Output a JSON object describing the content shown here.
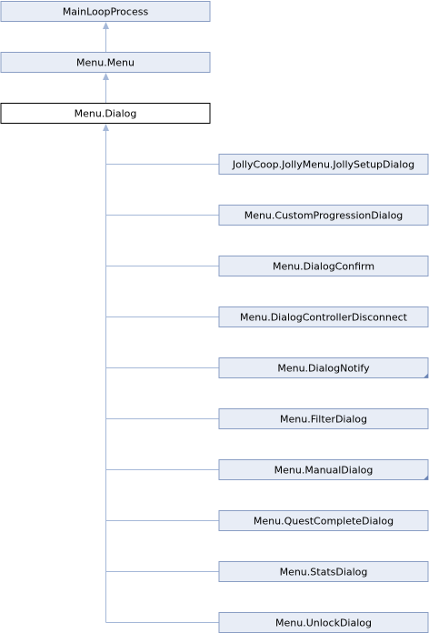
{
  "diagram": {
    "type": "inheritance-graph",
    "colors": {
      "node_fill": "#e8edf6",
      "node_border": "#8a9ec4",
      "current_node_fill": "#ffffff",
      "current_node_border": "#000000",
      "edge": "#a5b8d8"
    },
    "ancestors": [
      {
        "id": "mainloopprocess",
        "label": "MainLoopProcess"
      },
      {
        "id": "menu-menu",
        "label": "Menu.Menu"
      }
    ],
    "current": {
      "id": "menu-dialog",
      "label": "Menu.Dialog"
    },
    "children": [
      {
        "id": "jollysetupdialog",
        "label": "JollyCoop.JollyMenu.JollySetupDialog",
        "has_more": false
      },
      {
        "id": "customprogressiondialog",
        "label": "Menu.CustomProgressionDialog",
        "has_more": false
      },
      {
        "id": "dialogconfirm",
        "label": "Menu.DialogConfirm",
        "has_more": false
      },
      {
        "id": "dialogcontrollerdisconnect",
        "label": "Menu.DialogControllerDisconnect",
        "has_more": false
      },
      {
        "id": "dialognotify",
        "label": "Menu.DialogNotify",
        "has_more": true
      },
      {
        "id": "filterdialog",
        "label": "Menu.FilterDialog",
        "has_more": false
      },
      {
        "id": "manualdialog",
        "label": "Menu.ManualDialog",
        "has_more": true
      },
      {
        "id": "questcompletedialog",
        "label": "Menu.QuestCompleteDialog",
        "has_more": false
      },
      {
        "id": "statsdialog",
        "label": "Menu.StatsDialog",
        "has_more": false
      },
      {
        "id": "unlockdialog",
        "label": "Menu.UnlockDialog",
        "has_more": false
      }
    ]
  }
}
